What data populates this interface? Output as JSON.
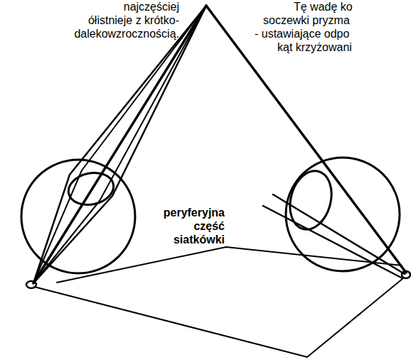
{
  "diagram": {
    "labels": [
      "najczęściej",
      "ółistnieje z krótko-",
      "dalekowzrocznością.",
      "Tę wadę ko",
      "soczewki pryzma",
      "- ustawiające odpo",
      "kąt krzyżowani",
      "peryferyjna część siatkówki"
    ]
  }
}
